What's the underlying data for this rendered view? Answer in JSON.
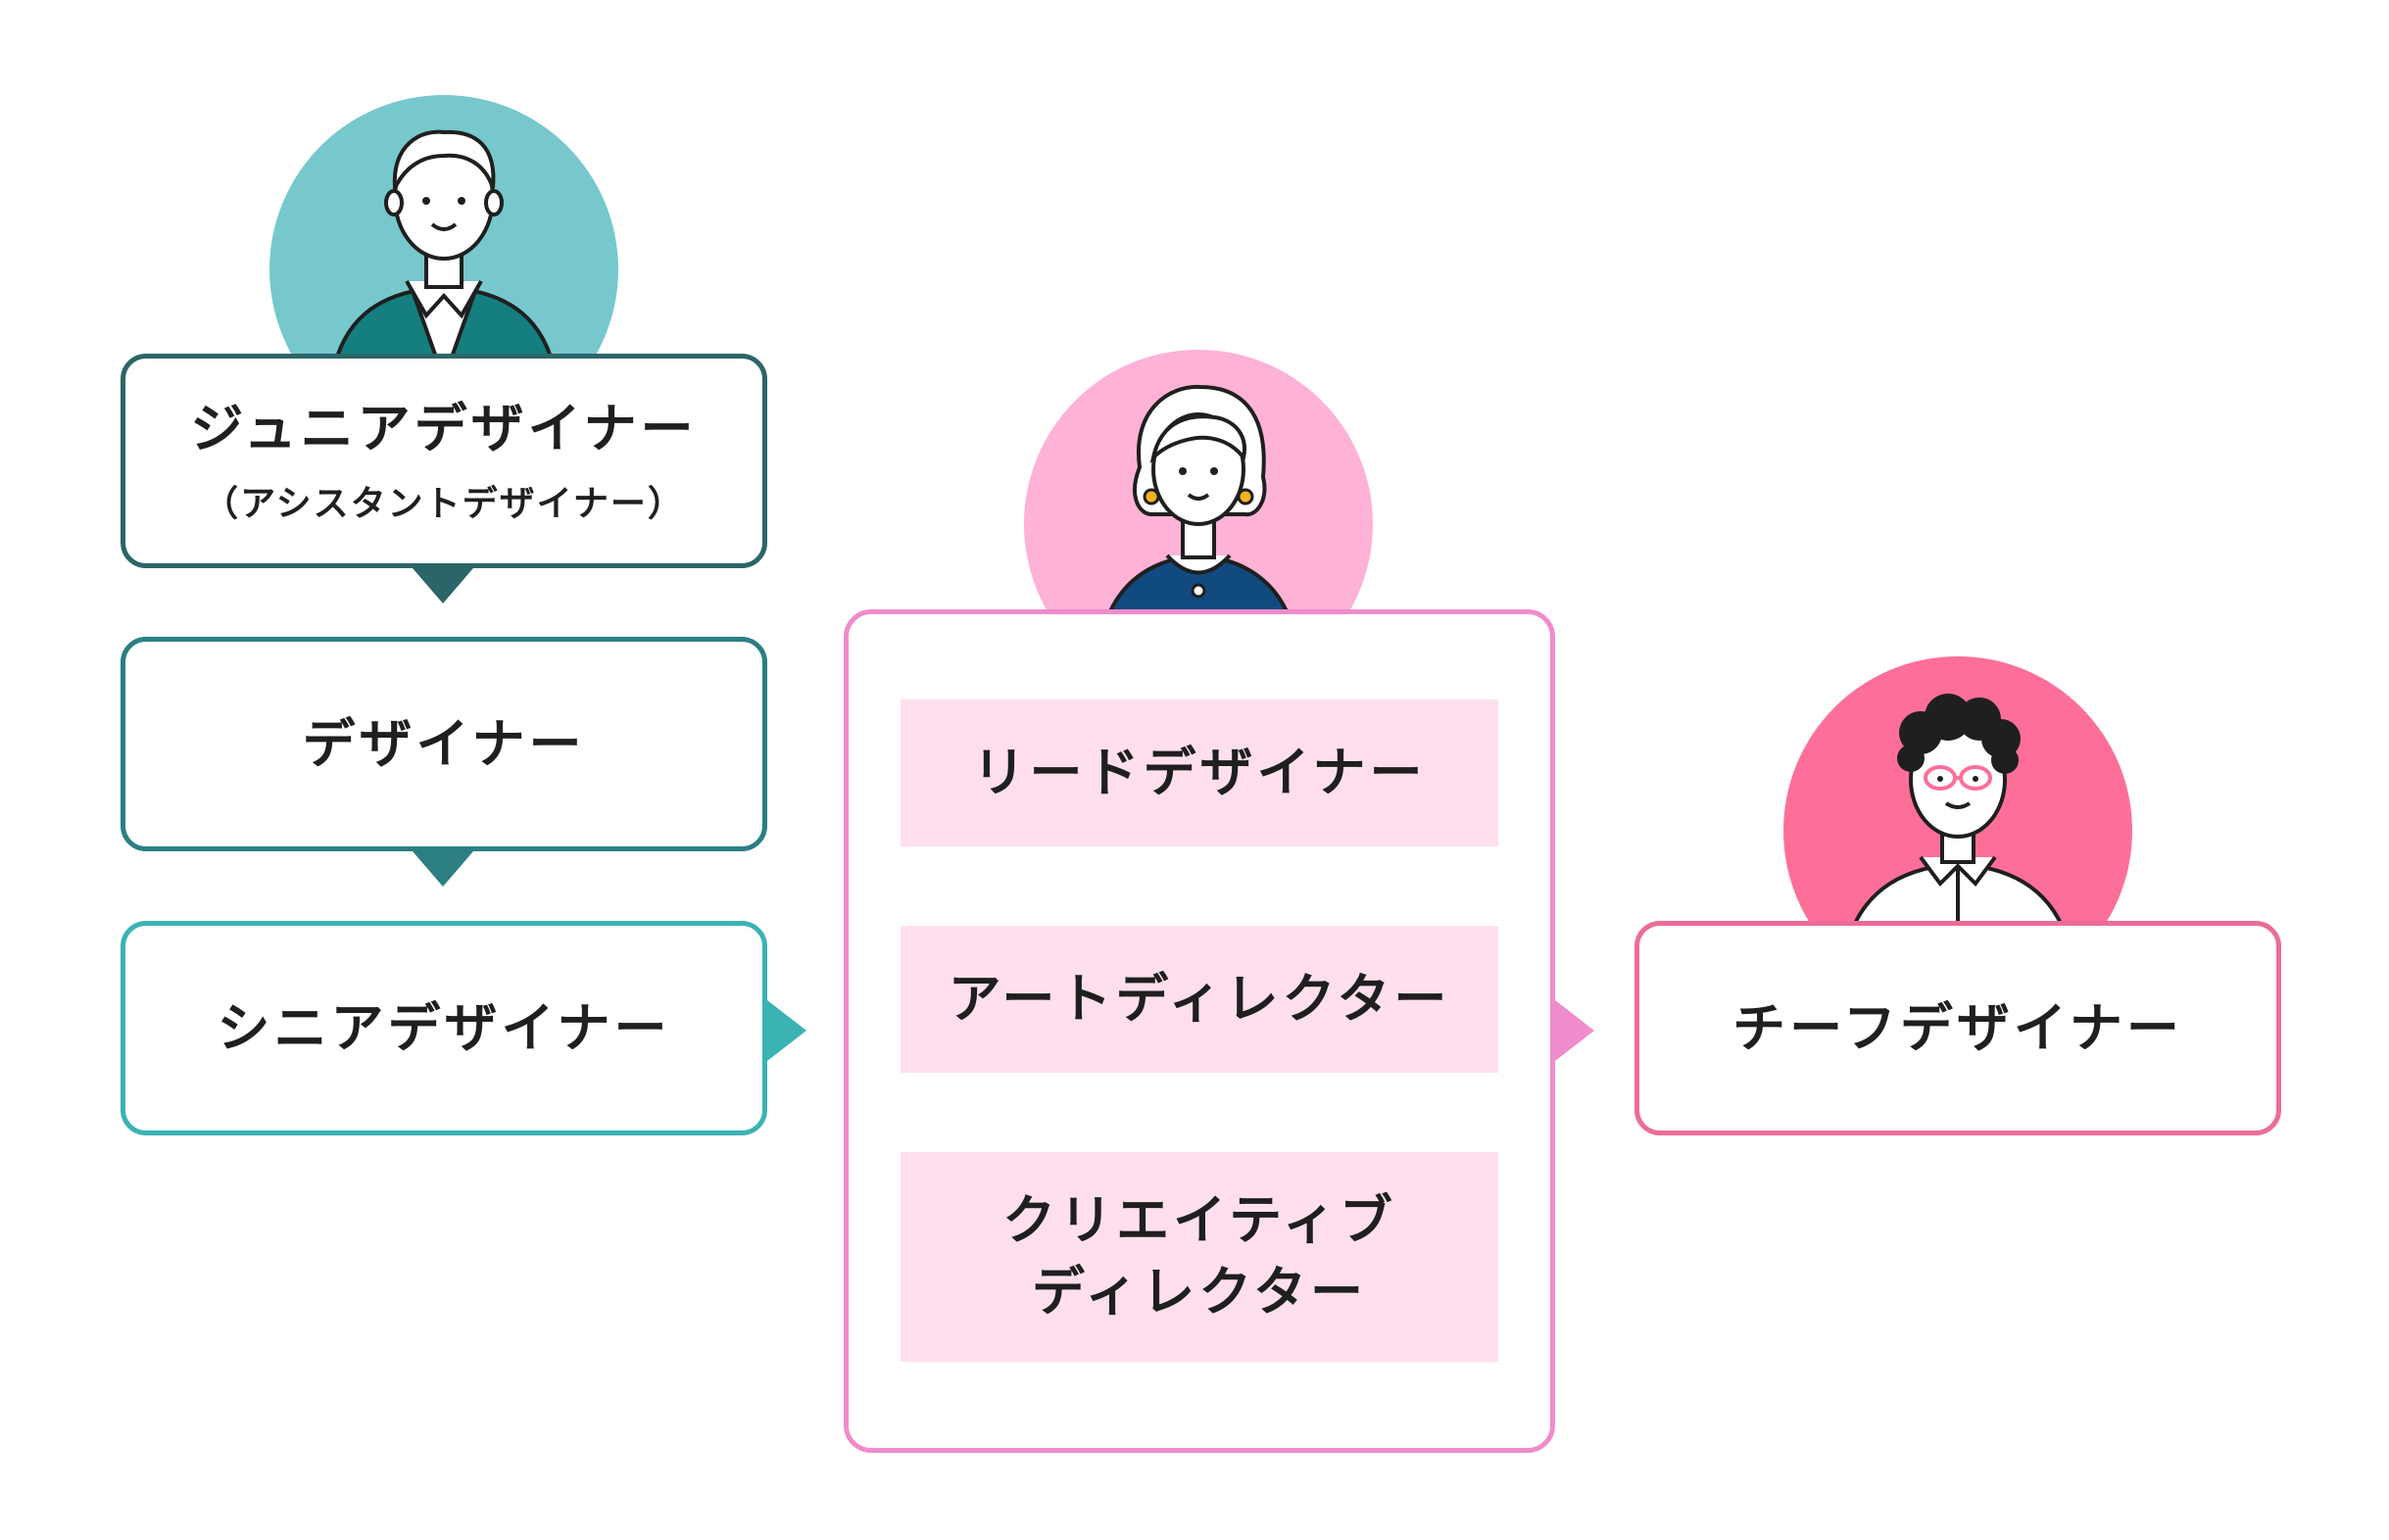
{
  "colors": {
    "junior": "#2c6568",
    "designer": "#2b7f83",
    "senior": "#3bb2b4",
    "group": "#f08ccc",
    "chief": "#ec6c97",
    "junior_avatar_bg": "#76c8cc",
    "group_avatar_bg": "#fdb2d6",
    "chief_avatar_bg": "#fd6f98",
    "role_card_bg": "#ffdfee"
  },
  "icons": {
    "junior_avatar": "man-with-jacket-avatar",
    "group_avatar": "woman-with-earrings-avatar",
    "chief_avatar": "man-with-glasses-avatar",
    "arrow_down": "triangle-down-arrow",
    "arrow_right": "triangle-right-arrow"
  },
  "roles": {
    "junior": {
      "title": "ジュニアデザイナー",
      "subtitle": "（アシスタントデザイナー）"
    },
    "designer": {
      "title": "デザイナー"
    },
    "senior": {
      "title": "シニアデザイナー"
    },
    "group": {
      "items": [
        {
          "line1": "リードデザイナー",
          "line2": ""
        },
        {
          "line1": "アートディレクター",
          "line2": ""
        },
        {
          "line1": "クリエイティブ",
          "line2": "ディレクター"
        }
      ]
    },
    "chief": {
      "title": "チーフデザイナー"
    }
  }
}
